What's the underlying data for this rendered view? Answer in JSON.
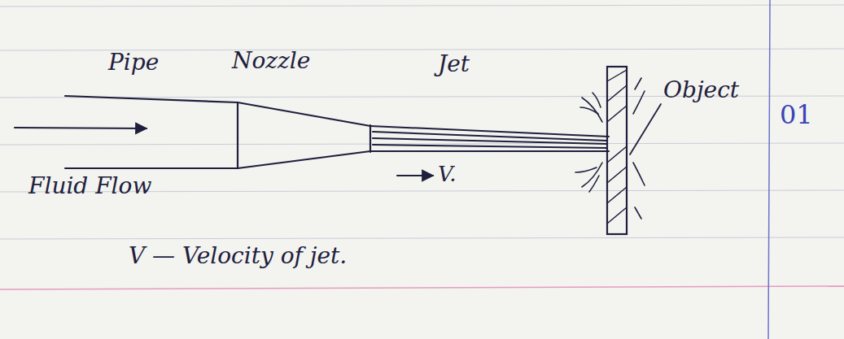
{
  "diagram": {
    "labels": [
      "Pipe",
      "Nozzle",
      "Jet",
      "Object",
      "01",
      "Fluid Flow",
      "V.",
      "V — Velocity of jet."
    ]
  }
}
